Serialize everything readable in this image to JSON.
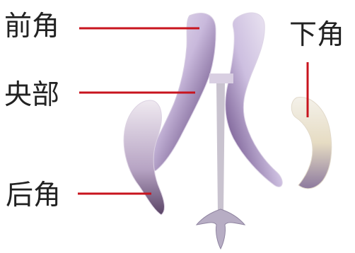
{
  "labels": {
    "front_horn": "前角",
    "central_part": "央部",
    "posterior_horn": "后角",
    "inferior_horn": "下角"
  },
  "colors": {
    "leader_line": "#c8141e",
    "label_text": "#222222",
    "ventricle_light": "#e9e2f0",
    "ventricle_mid": "#b9a6cf",
    "ventricle_dark": "#7d5f96",
    "ventricle_shadow": "#4a3757"
  }
}
